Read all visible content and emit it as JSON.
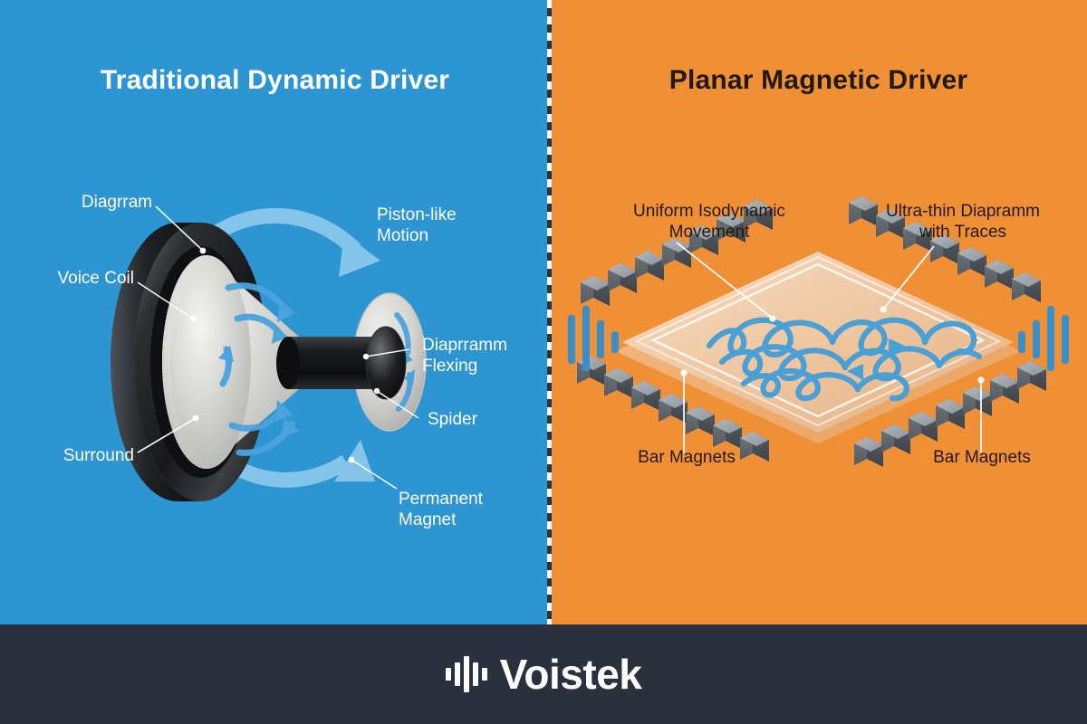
{
  "meta": {
    "colors": {
      "left_bg": "#2e95d3",
      "right_bg": "#ef8f36",
      "footer_bg": "#2a303c",
      "light_text": "#ffffff",
      "dark_text": "#241a10",
      "trace_blue": "#4a9fd4",
      "membrane": "#f0c9a4",
      "magnet_gray": "#8d949b",
      "arrow_blue": "#7dc4ec"
    }
  },
  "left_panel": {
    "title": "Traditional Dynamic Driver",
    "callouts": [
      {
        "id": "diaphragm",
        "label": "Diagrram"
      },
      {
        "id": "voice-coil",
        "label": "Voice Coil"
      },
      {
        "id": "surround",
        "label": "Surround"
      },
      {
        "id": "piston",
        "label": "Piston-like\nMotion"
      },
      {
        "id": "flexing",
        "label": "Diaprramm\nFlexing"
      },
      {
        "id": "spider",
        "label": "Spider"
      },
      {
        "id": "permanent",
        "label": "Permanent\nMagnet"
      }
    ]
  },
  "right_panel": {
    "title": "Planar Magnetic Driver",
    "callouts": [
      {
        "id": "isodynamic",
        "label": "Uniform Isodynamic\nMovement"
      },
      {
        "id": "ultrathin",
        "label": "Ultra-thin Diapramm\nwith Traces"
      },
      {
        "id": "bar-left",
        "label": "Bar Magnets"
      },
      {
        "id": "bar-right",
        "label": "Bar Magnets"
      }
    ]
  },
  "footer": {
    "brand": "Voistek",
    "wave_icon": "sound-wave-icon",
    "wave_bars": [
      14,
      26,
      40,
      26,
      14
    ]
  }
}
